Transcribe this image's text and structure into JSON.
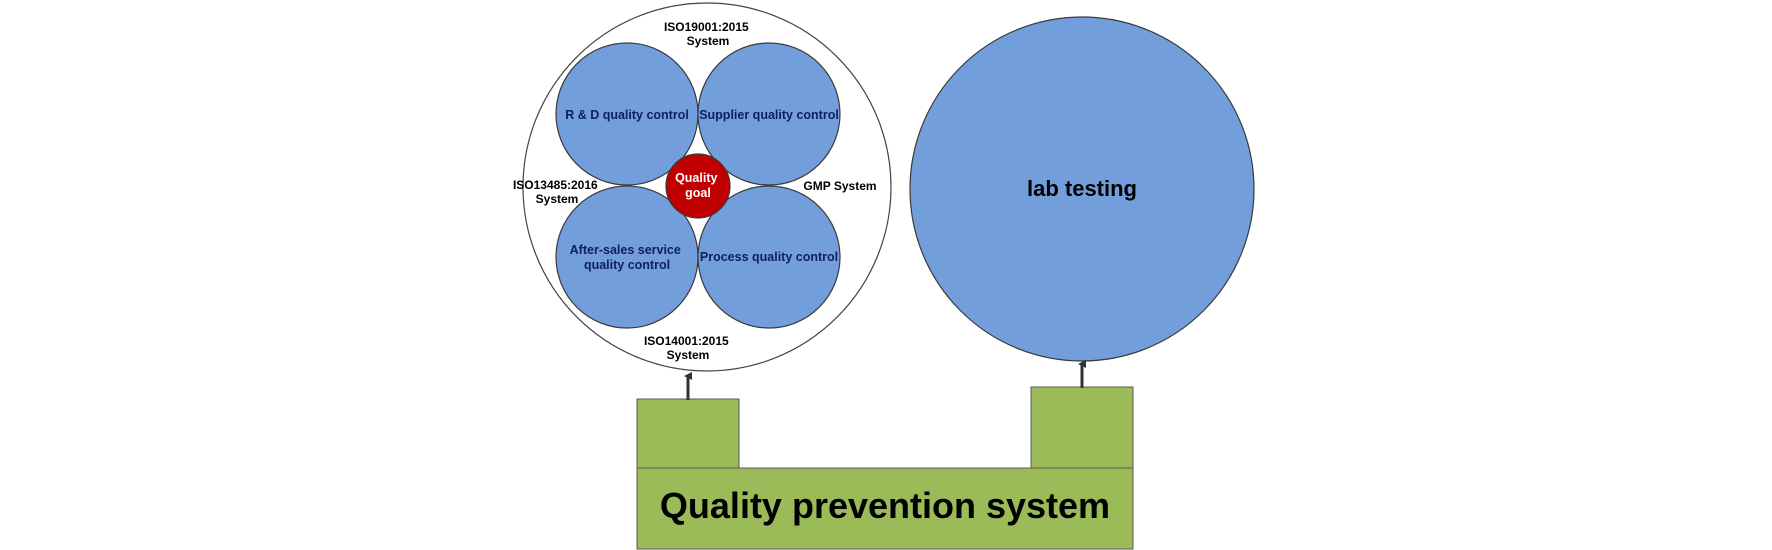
{
  "diagram": {
    "outer_systems": {
      "top": [
        "ISO19001:2015",
        "System"
      ],
      "left": [
        "ISO13485:2016",
        "System"
      ],
      "right": [
        "GMP System"
      ],
      "bottom": [
        "ISO14001:2015",
        "System"
      ]
    },
    "sub_circles": {
      "rd": [
        "R & D quality control"
      ],
      "supplier": [
        "Supplier quality control"
      ],
      "after_sales": [
        "After-sales service",
        "quality control"
      ],
      "process": [
        "Process quality control"
      ]
    },
    "goal": [
      "Quality",
      "goal"
    ],
    "lab": [
      "lab testing"
    ],
    "base": [
      "Quality prevention system"
    ],
    "colors": {
      "circle_fill": "#729fdb",
      "goal_fill": "#c00000",
      "block_fill": "#9bbb59",
      "outline": "#3a3a3a"
    }
  }
}
